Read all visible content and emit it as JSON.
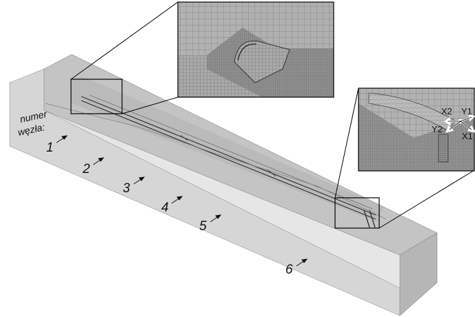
{
  "side_label": {
    "line1": "numer",
    "line2": "węzła:"
  },
  "node_numbers": [
    "1",
    "2",
    "3",
    "4",
    "5",
    "6"
  ],
  "axes_labels": {
    "x2": "X2",
    "y1": "Y1",
    "y2": "Y2",
    "x1": "X1"
  },
  "colors": {
    "block_top": "#c9c9c9",
    "block_front": "#d8d8d8",
    "block_end": "#bdbdbd",
    "ground": "#e4e4e4",
    "mesh_bg": "#a8a8a8",
    "mesh_line": "#6e6e6e",
    "frame": "#000000"
  }
}
